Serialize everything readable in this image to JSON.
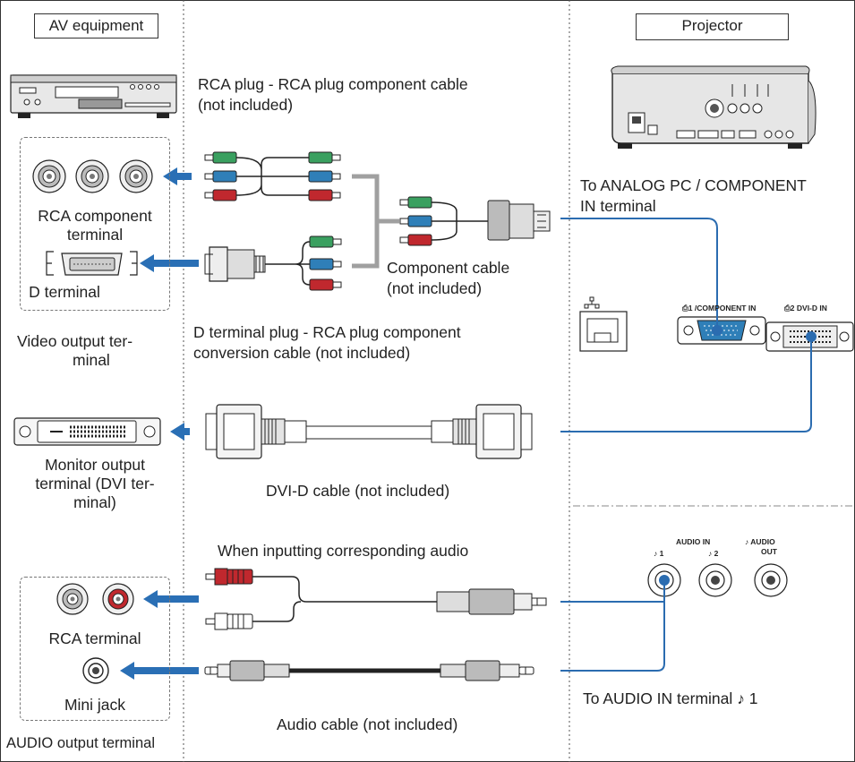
{
  "headers": {
    "av_equipment": "AV equipment",
    "projector": "Projector"
  },
  "rows": {
    "component": {
      "rca_cable_label_1": "RCA plug - RCA plug component cable",
      "rca_cable_label_2": "(not included)",
      "rca_component_terminal_1": "RCA component",
      "rca_component_terminal_2": "terminal",
      "d_terminal": "D terminal",
      "component_cable_1": "Component cable",
      "component_cable_2": "(not included)",
      "video_output_1": "Video output ter-",
      "video_output_2": "minal",
      "d_conv_cable_1": "D terminal plug - RCA plug component",
      "d_conv_cable_2": "conversion cable (not included)"
    },
    "dvi": {
      "monitor_output_1": "Monitor output",
      "monitor_output_2": "terminal (DVI ter-",
      "monitor_output_3": "minal)",
      "dvi_cable": "DVI-D cable (not included)"
    },
    "audio": {
      "when_inputting": "When inputting corresponding audio",
      "rca_terminal": "RCA terminal",
      "mini_jack": "Mini jack",
      "audio_cable": "Audio cable (not included)",
      "audio_output_terminal": "AUDIO output terminal"
    }
  },
  "projector_side": {
    "analog_in_1": "To ANALOG PC / COMPONENT",
    "analog_in_2": "IN terminal",
    "port_component_in": "⎙1 /COMPONENT IN",
    "port_dvi_d_in": "⎙2 DVI-D IN",
    "audio_in_header": "AUDIO IN",
    "audio_in_1": "♪ 1",
    "audio_in_2": "♪ 2",
    "audio_out_1": "♪ AUDIO",
    "audio_out_2": "OUT",
    "to_audio_in": "To AUDIO IN terminal ♪ 1"
  },
  "colors": {
    "cable_blue": "#2b6cb0",
    "arrow_blue": "#2a6fb5",
    "plug_green": "#3aa060",
    "plug_blue": "#2f7fb8",
    "plug_red": "#c0282e",
    "bracket_gray": "#a0a0a0"
  }
}
